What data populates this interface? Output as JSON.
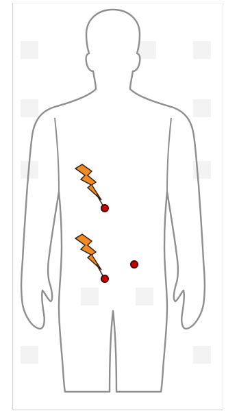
{
  "diagram": {
    "colors": {
      "background": "#ffffff",
      "frame": "#cfcfcf",
      "body_outline": "#8c8c8c",
      "watermark_tile": "#f2f2f2",
      "marker_fill": "#c40000",
      "marker_stroke": "#3a0000",
      "pain_bolt_fill": "#f08a24",
      "pain_bolt_stroke": "#2b1a0a"
    },
    "figure": {
      "view": "front",
      "icon": "human-body-outline"
    },
    "markers": [
      {
        "id": "upper-abdomen-point",
        "icon": "dot",
        "pain_indicator": true
      },
      {
        "id": "lower-abdomen-point",
        "icon": "dot",
        "pain_indicator": true
      },
      {
        "id": "right-lower-point",
        "icon": "dot",
        "pain_indicator": false
      }
    ],
    "pain_indicators": [
      {
        "id": "bolt-upper",
        "icon": "lightning-bolt-icon",
        "marker": "upper-abdomen-point"
      },
      {
        "id": "bolt-lower",
        "icon": "lightning-bolt-icon",
        "marker": "lower-abdomen-point"
      }
    ]
  }
}
